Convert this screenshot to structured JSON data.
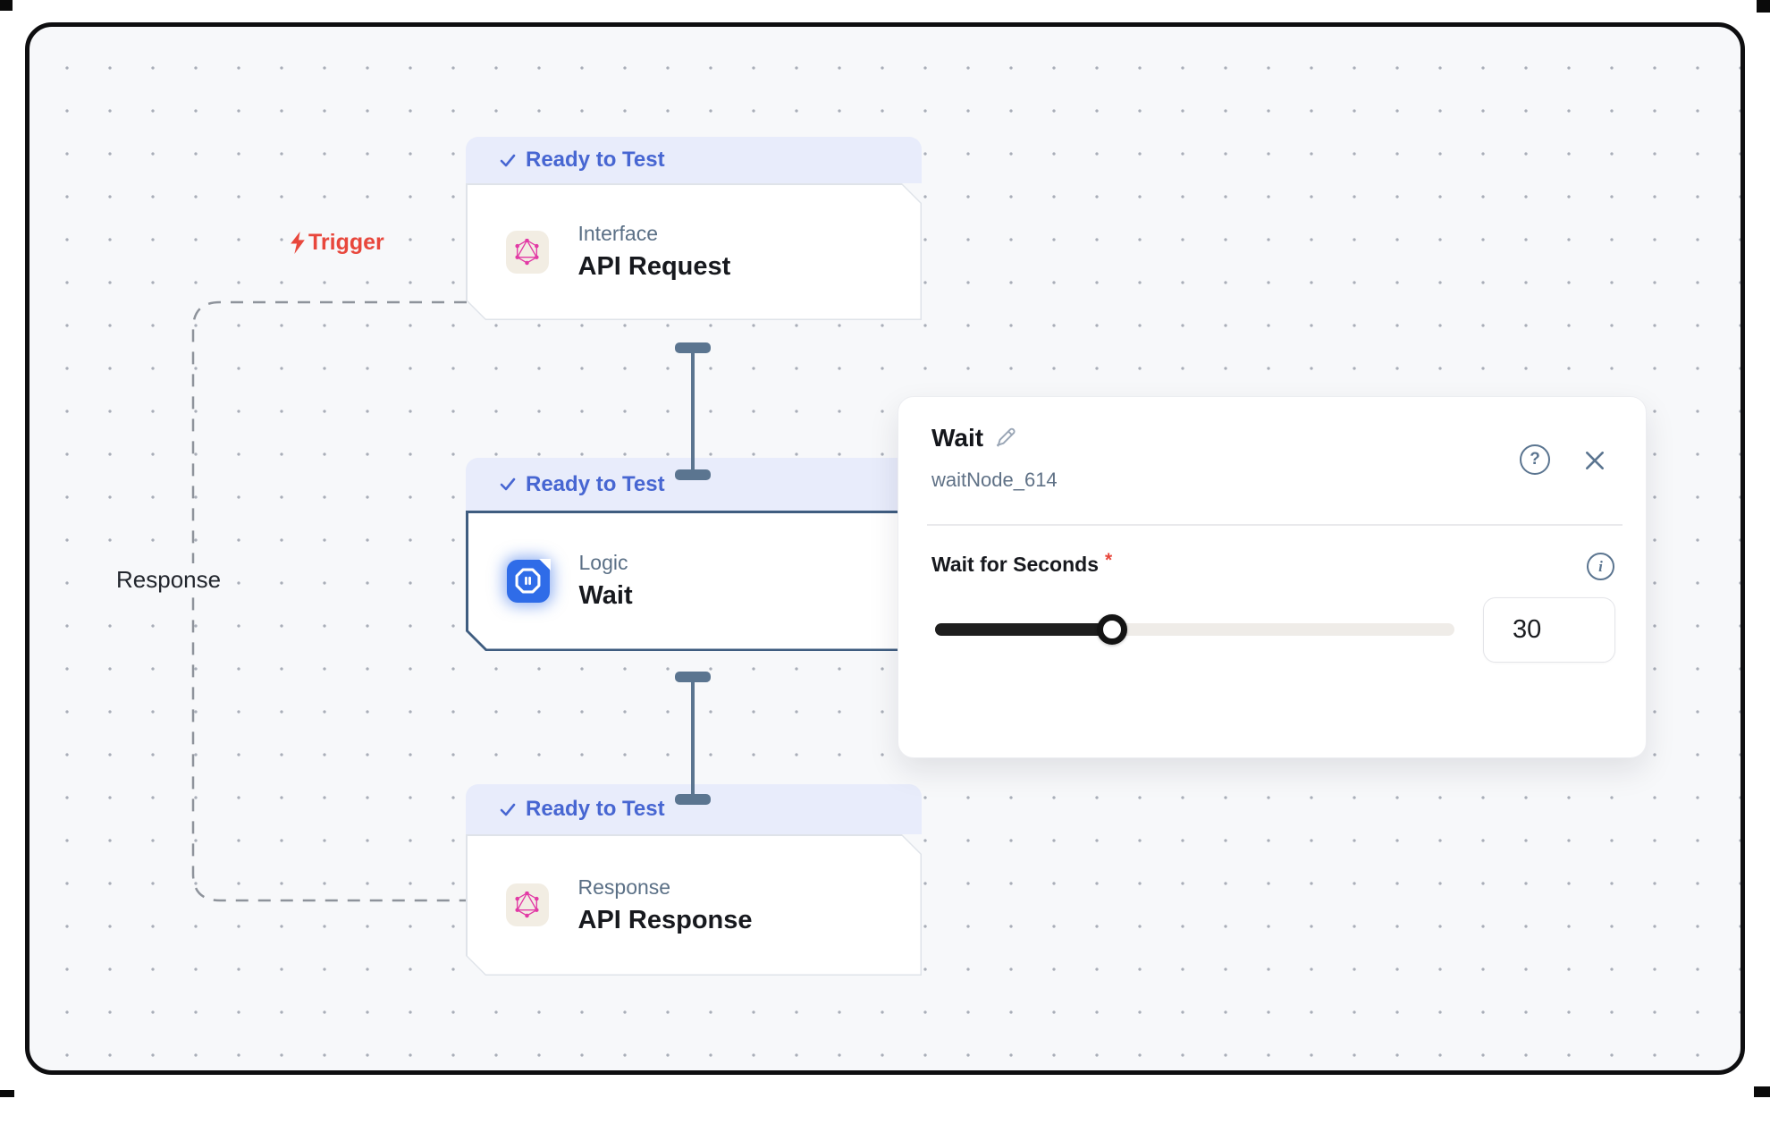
{
  "edges": {
    "trigger_label": "Trigger",
    "response_label": "Response"
  },
  "nodes": [
    {
      "status": "Ready to Test",
      "category": "Interface",
      "title": "API Request"
    },
    {
      "status": "Ready to Test",
      "category": "Logic",
      "title": "Wait"
    },
    {
      "status": "Ready to Test",
      "category": "Response",
      "title": "API Response"
    }
  ],
  "panel": {
    "title": "Wait",
    "subtitle": "waitNode_614",
    "help_label": "?",
    "info_label": "i",
    "field_label": "Wait for Seconds",
    "required_marker": "*",
    "value": "30"
  },
  "slider": {
    "fill_percent": 34
  },
  "colors": {
    "badge_text": "#4766d2",
    "badge_bg": "#e8ecfb",
    "selected_border": "#3f5d80",
    "connector": "#5b7590",
    "graphql_pink": "#e23aa5",
    "wait_icon_blue": "#2f6ce8",
    "trigger_red": "#e8473c",
    "slider_fill": "#1e1e1e",
    "canvas_bg": "#f7f8fa"
  }
}
